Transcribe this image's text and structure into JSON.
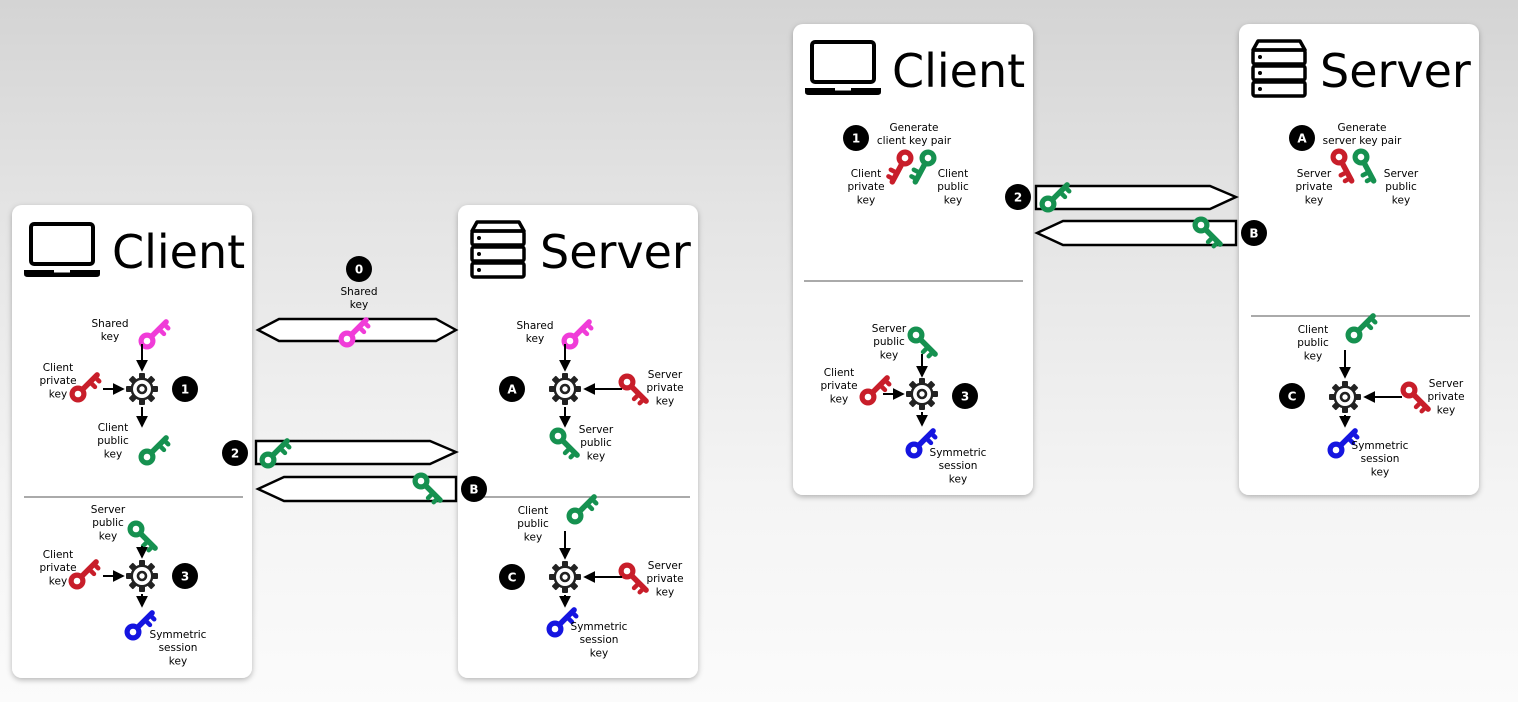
{
  "left_diagram": {
    "client": {
      "title": "Client",
      "step1": {
        "badge": "1",
        "input_top": "Shared\nkey",
        "input_left": "Client\nprivate\nkey",
        "output": "Client\npublic\nkey"
      },
      "step3": {
        "badge": "3",
        "input_top": "Server\npublic\nkey",
        "input_left": "Client\nprivate\nkey",
        "output": "Symmetric\nsession\nkey"
      }
    },
    "server": {
      "title": "Server",
      "stepA": {
        "badge": "A",
        "input_top": "Shared\nkey",
        "input_right": "Server\nprivate\nkey",
        "output": "Server\npublic\nkey"
      },
      "stepC": {
        "badge": "C",
        "input_top": "Client\npublic\nkey",
        "input_right": "Server\nprivate\nkey",
        "output": "Symmetric\nsession\nkey"
      }
    },
    "messages": {
      "m0": {
        "badge": "0",
        "label": "Shared\nkey"
      },
      "m2": {
        "badge": "2"
      },
      "mB": {
        "badge": "B"
      }
    }
  },
  "right_diagram": {
    "client": {
      "title": "Client",
      "step1": {
        "badge": "1",
        "caption": "Generate\nclient key pair",
        "left": "Client\nprivate\nkey",
        "right": "Client\npublic\nkey"
      },
      "step3": {
        "badge": "3",
        "input_top": "Server\npublic\nkey",
        "input_left": "Client\nprivate\nkey",
        "output": "Symmetric\nsession\nkey"
      }
    },
    "server": {
      "title": "Server",
      "stepA": {
        "badge": "A",
        "caption": "Generate\nserver key pair",
        "left": "Server\nprivate\nkey",
        "right": "Server\npublic\nkey"
      },
      "stepC": {
        "badge": "C",
        "input_top": "Client\npublic\nkey",
        "input_right": "Server\nprivate\nkey",
        "output": "Symmetric\nsession\nkey"
      }
    },
    "messages": {
      "m2": {
        "badge": "2"
      },
      "mB": {
        "badge": "B"
      }
    }
  },
  "key_colors": {
    "shared": "#f03cd8",
    "private": "#c81e2a",
    "public": "#169150",
    "session": "#1515e0"
  },
  "icons": {
    "client": "laptop-icon",
    "server": "server-rack-icon",
    "process": "gear-icon",
    "key": "key-icon"
  }
}
